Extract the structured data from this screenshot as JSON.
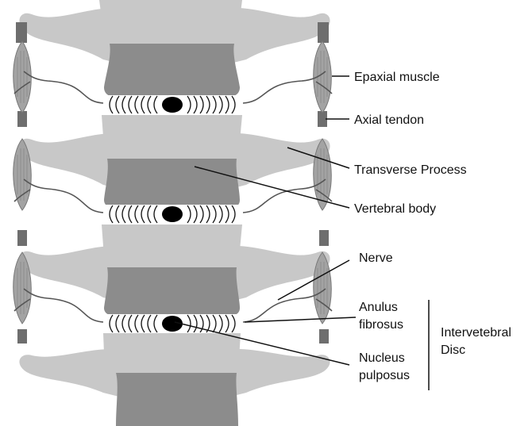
{
  "labels": {
    "epaxial_muscle": "Epaxial muscle",
    "axial_tendon": "Axial tendon",
    "transverse_process": "Transverse Process",
    "vertebral_body": "Vertebral body",
    "nerve": "Nerve",
    "anulus_line1": "Anulus",
    "anulus_line2": "fibrosus",
    "nucleus_line1": "Nucleus",
    "nucleus_line2": "pulposus",
    "disc_line1": "Intervetebral",
    "disc_line2": "Disc"
  },
  "colors": {
    "bone_light": "#c8c8c8",
    "bone_dark": "#8c8c8c",
    "muscle": "#a3a3a3",
    "tendon": "#6e6e6e",
    "nucleus": "#000000",
    "text": "#111111"
  }
}
